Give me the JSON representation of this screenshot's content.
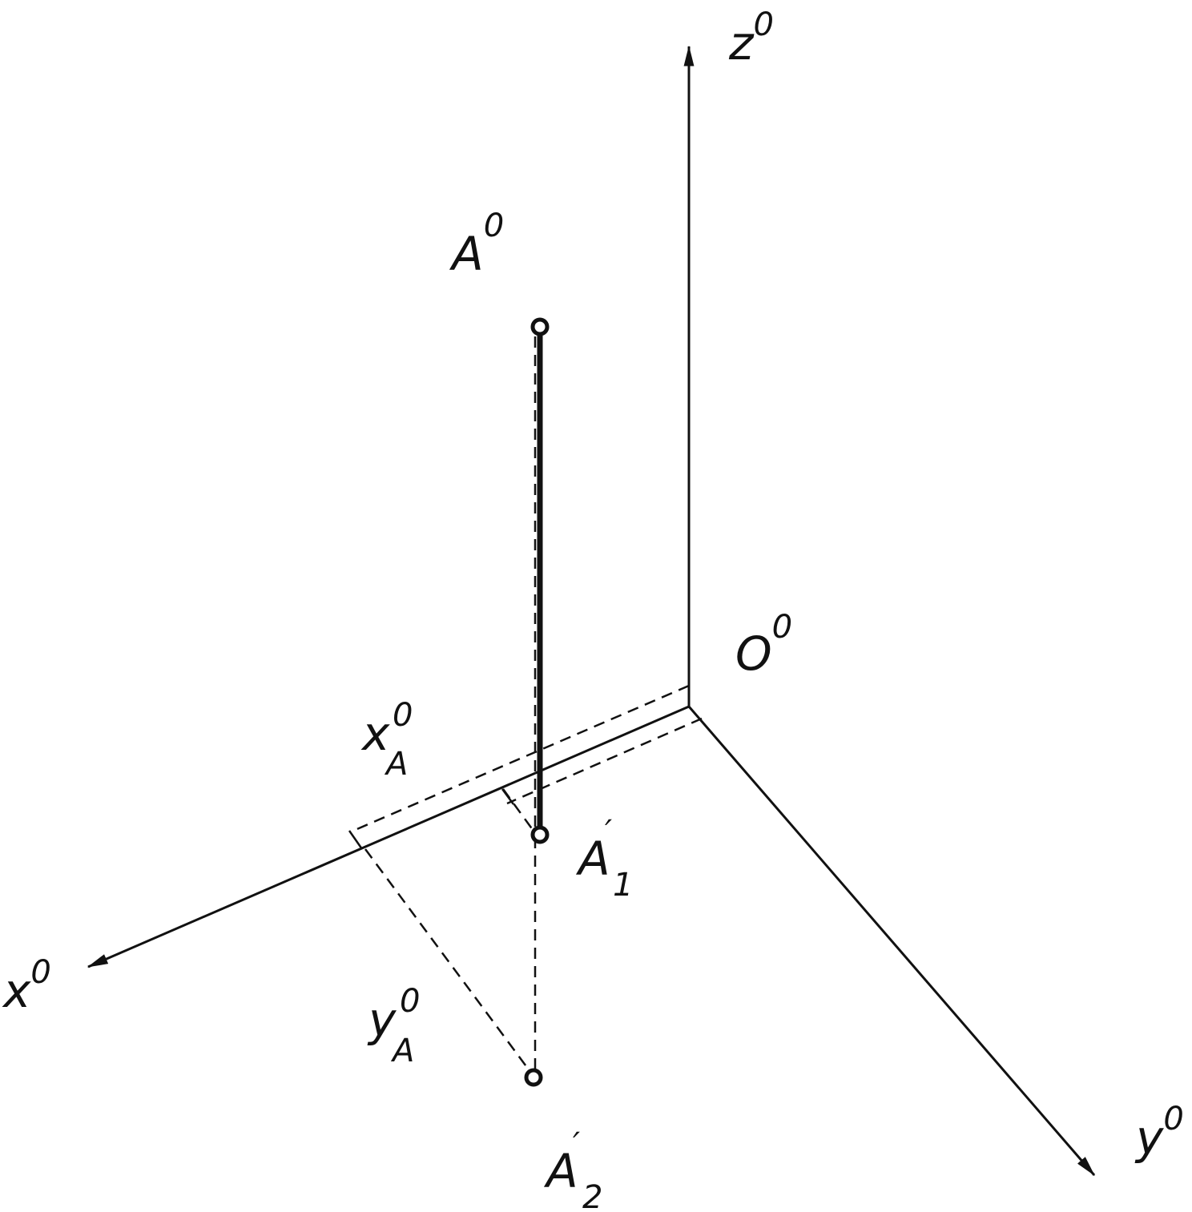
{
  "labels": {
    "z_axis": {
      "base": "z",
      "sup": "0"
    },
    "x_axis": {
      "base": "x",
      "sup": "0"
    },
    "y_axis": {
      "base": "y",
      "sup": "0"
    },
    "origin": {
      "base": "O",
      "sup": "0"
    },
    "point_A": {
      "base": "A",
      "sup": "0"
    },
    "point_xA": {
      "base": "x",
      "sup": "0",
      "sub": "A"
    },
    "point_yA": {
      "base": "y",
      "sup": "0",
      "sub": "A"
    },
    "point_A1": {
      "base": "A",
      "prime": "′",
      "sub": "1"
    },
    "point_A2": {
      "base": "A",
      "prime": "′",
      "sub": "2"
    }
  },
  "colors": {
    "ink": "#111111",
    "background": "#ffffff"
  }
}
